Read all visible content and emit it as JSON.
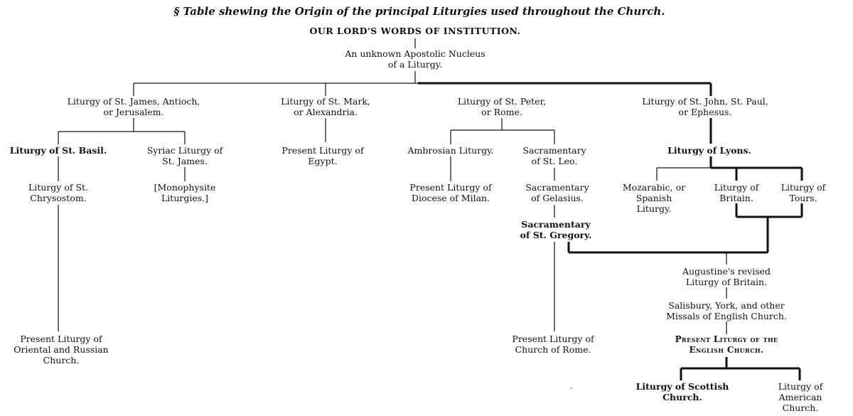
{
  "title": "§ Table shewing the Origin of the principal Liturgies used throughout the Church.",
  "root": "OUR LORD'S WORDS OF INSTITUTION.",
  "nucleus": [
    "An unknown Apostolic Nucleus",
    "of a Liturgy."
  ],
  "james": [
    "Liturgy of St. James, Antioch,",
    "or Jerusalem."
  ],
  "mark": [
    "Liturgy of St. Mark,",
    "or Alexandria."
  ],
  "peter": [
    "Liturgy of St. Peter,",
    "or Rome."
  ],
  "john": [
    "Liturgy of St. John, St. Paul,",
    "or Ephesus."
  ],
  "basil": [
    "Liturgy of St. Basil."
  ],
  "syriac": [
    "Syriac Liturgy of",
    "St. James."
  ],
  "chrysostom": [
    "Liturgy of St.",
    "Chrysostom."
  ],
  "monophysite": [
    "[Monophysite",
    "Liturgies.]"
  ],
  "oriental": [
    "Present Liturgy of",
    "Oriental and Russian",
    "Church."
  ],
  "egypt": [
    "Present Liturgy of",
    "Egypt."
  ],
  "ambrosian": [
    "Ambrosian Liturgy."
  ],
  "milan": [
    "Present Liturgy of",
    "Diocese of Milan."
  ],
  "leo": [
    "Sacramentary",
    "of St. Leo."
  ],
  "gelasius": [
    "Sacramentary",
    "of Gelasius."
  ],
  "gregory": [
    "Sacramentary",
    "of St. Gregory."
  ],
  "rome_present": [
    "Present Liturgy of",
    "Church of Rome."
  ],
  "lyons": [
    "Liturgy of Lyons."
  ],
  "mozarabic": [
    "Mozarabic, or",
    "Spanish",
    "Liturgy."
  ],
  "britain": [
    "Liturgy of",
    "Britain."
  ],
  "tours": [
    "Liturgy of",
    "Tours."
  ],
  "augustine": [
    "Augustine's revised",
    "Liturgy of Britain."
  ],
  "salisbury": [
    "Salisbury, York, and other",
    "Missals of English Church."
  ],
  "english": [
    "Present Liturgy of the",
    "English Church."
  ],
  "scottish": [
    "Liturgy of Scottish",
    "Church."
  ],
  "american": [
    "Liturgy of",
    "American",
    "Church."
  ]
}
